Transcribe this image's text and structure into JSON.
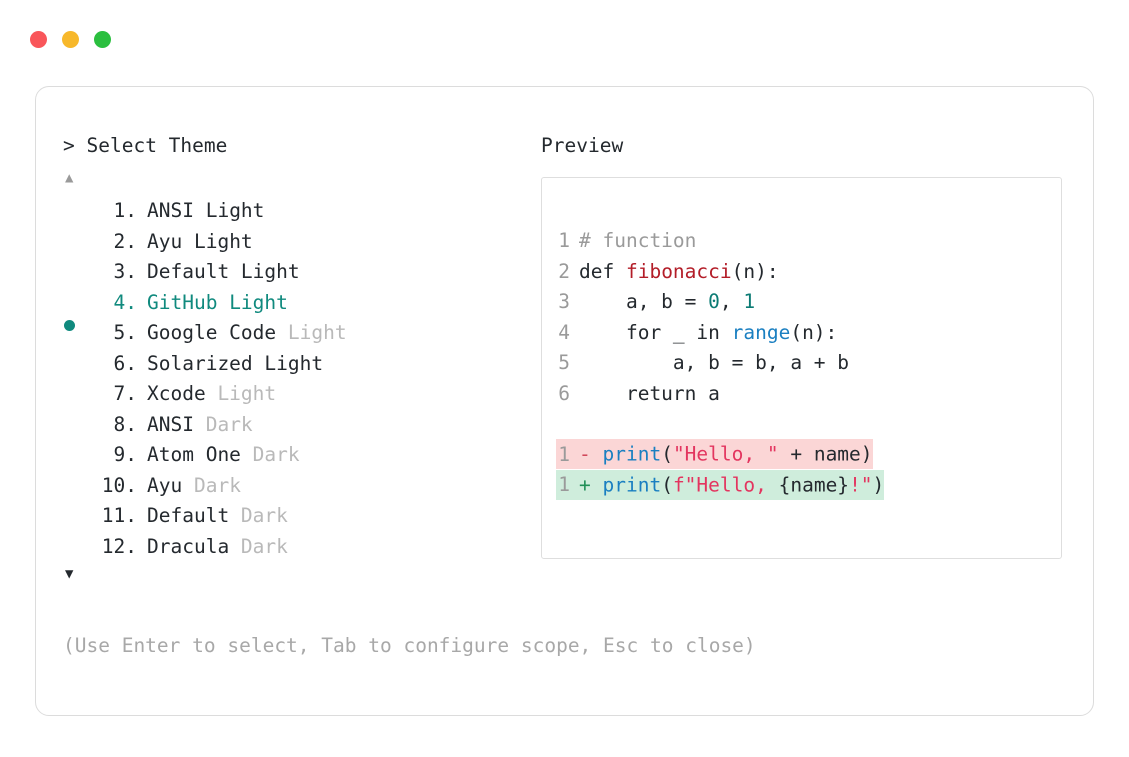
{
  "window": {
    "dots": [
      {
        "name": "close",
        "color": "#f9565a"
      },
      {
        "name": "minimize",
        "color": "#f7b82b"
      },
      {
        "name": "maximize",
        "color": "#2bbf3f"
      }
    ]
  },
  "prompt": {
    "marker": ">",
    "title": "Select Theme",
    "scroll_up": "▲",
    "scroll_down": "▼"
  },
  "preview": {
    "title": "Preview"
  },
  "themes": [
    {
      "index": "1.",
      "name": "ANSI",
      "variant": "Light",
      "variant_muted": false,
      "selected": false
    },
    {
      "index": "2.",
      "name": "Ayu",
      "variant": "Light",
      "variant_muted": false,
      "selected": false
    },
    {
      "index": "3.",
      "name": "Default",
      "variant": "Light",
      "variant_muted": false,
      "selected": false
    },
    {
      "index": "4.",
      "name": "GitHub",
      "variant": "Light",
      "variant_muted": false,
      "selected": true
    },
    {
      "index": "5.",
      "name": "Google Code",
      "variant": "Light",
      "variant_muted": true,
      "selected": false
    },
    {
      "index": "6.",
      "name": "Solarized",
      "variant": "Light",
      "variant_muted": false,
      "selected": false
    },
    {
      "index": "7.",
      "name": "Xcode",
      "variant": "Light",
      "variant_muted": true,
      "selected": false
    },
    {
      "index": "8.",
      "name": "ANSI",
      "variant": "Dark",
      "variant_muted": true,
      "selected": false
    },
    {
      "index": "9.",
      "name": "Atom One",
      "variant": "Dark",
      "variant_muted": true,
      "selected": false
    },
    {
      "index": "10.",
      "name": "Ayu",
      "variant": "Dark",
      "variant_muted": true,
      "selected": false
    },
    {
      "index": "11.",
      "name": "Default",
      "variant": "Dark",
      "variant_muted": true,
      "selected": false
    },
    {
      "index": "12.",
      "name": "Dracula",
      "variant": "Dark",
      "variant_muted": true,
      "selected": false
    }
  ],
  "selected_bullet": "●",
  "code": {
    "lines": [
      {
        "num": "1",
        "tokens": [
          {
            "t": "# function",
            "c": "comment"
          }
        ]
      },
      {
        "num": "2",
        "tokens": [
          {
            "t": "def ",
            "c": "kw"
          },
          {
            "t": "fibonacci",
            "c": "fn"
          },
          {
            "t": "(n):",
            "c": "plain"
          }
        ]
      },
      {
        "num": "3",
        "tokens": [
          {
            "t": "    a, b = ",
            "c": "plain"
          },
          {
            "t": "0",
            "c": "num"
          },
          {
            "t": ", ",
            "c": "plain"
          },
          {
            "t": "1",
            "c": "num"
          }
        ]
      },
      {
        "num": "4",
        "tokens": [
          {
            "t": "    for _ in ",
            "c": "plain"
          },
          {
            "t": "range",
            "c": "builtin"
          },
          {
            "t": "(n):",
            "c": "plain"
          }
        ]
      },
      {
        "num": "5",
        "tokens": [
          {
            "t": "        a, b = b, a + b",
            "c": "plain"
          }
        ]
      },
      {
        "num": "6",
        "tokens": [
          {
            "t": "    return a",
            "c": "plain"
          }
        ]
      }
    ]
  },
  "diff": {
    "removed": {
      "num": "1",
      "marker": "-",
      "tokens": [
        {
          "t": "print",
          "c": "call"
        },
        {
          "t": "(",
          "c": "plain"
        },
        {
          "t": "\"Hello, \"",
          "c": "str"
        },
        {
          "t": " + name)",
          "c": "plain"
        }
      ]
    },
    "added": {
      "num": "1",
      "marker": "+",
      "tokens": [
        {
          "t": "print",
          "c": "call"
        },
        {
          "t": "(",
          "c": "plain"
        },
        {
          "t": "f\"Hello, ",
          "c": "str"
        },
        {
          "t": "{name}",
          "c": "plain"
        },
        {
          "t": "!\"",
          "c": "str"
        },
        {
          "t": ")",
          "c": "plain"
        }
      ]
    }
  },
  "footer": {
    "hint": "(Use Enter to select, Tab to configure scope, Esc to close)"
  },
  "colors": {
    "accent": "#108a7e",
    "muted": "#b9b9b9",
    "text": "#24292e",
    "diff_remove_bg": "#fbd6d6",
    "diff_add_bg": "#cfeddc"
  }
}
